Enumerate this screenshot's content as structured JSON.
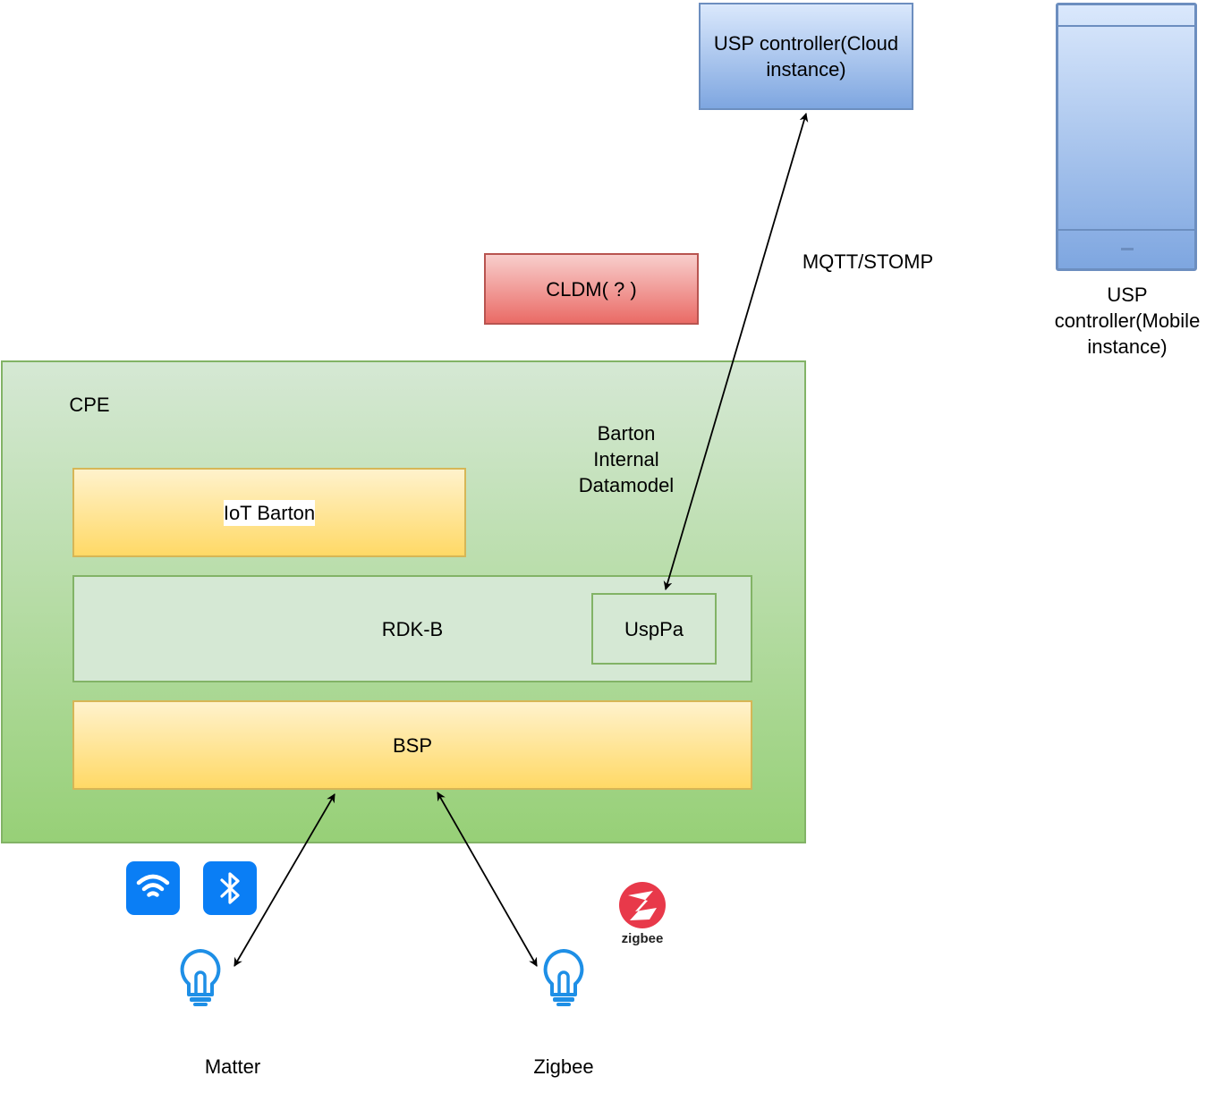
{
  "nodes": {
    "cloud_controller": "USP controller(Cloud instance)",
    "mobile_controller": "USP controller(Mobile instance)",
    "cldm": "CLDM( ? )",
    "cpe": "CPE",
    "barton_datamodel": "Barton Internal Datamodel",
    "iot_barton": "IoT Barton",
    "rdkb": "RDK-B",
    "usppa": "UspPa",
    "bsp": "BSP",
    "matter": "Matter",
    "zigbee": "Zigbee"
  },
  "edges": {
    "cloud_link": "MQTT/STOMP"
  },
  "logos": {
    "zigbee_logo": "zigbee"
  },
  "icons": [
    "wifi-icon",
    "bluetooth-icon",
    "lightbulb-icon",
    "zigbee-logo"
  ],
  "colors": {
    "blue_fill": "#7ea6e0",
    "blue_stroke": "#6c8ebf",
    "red_fill": "#ea6b66",
    "green_fill": "#97d077",
    "yellow_fill": "#ffd966",
    "icon_blue": "#0a7ef5",
    "bulb_blue": "#1e8fe6",
    "zigbee_red": "#e8394a"
  }
}
